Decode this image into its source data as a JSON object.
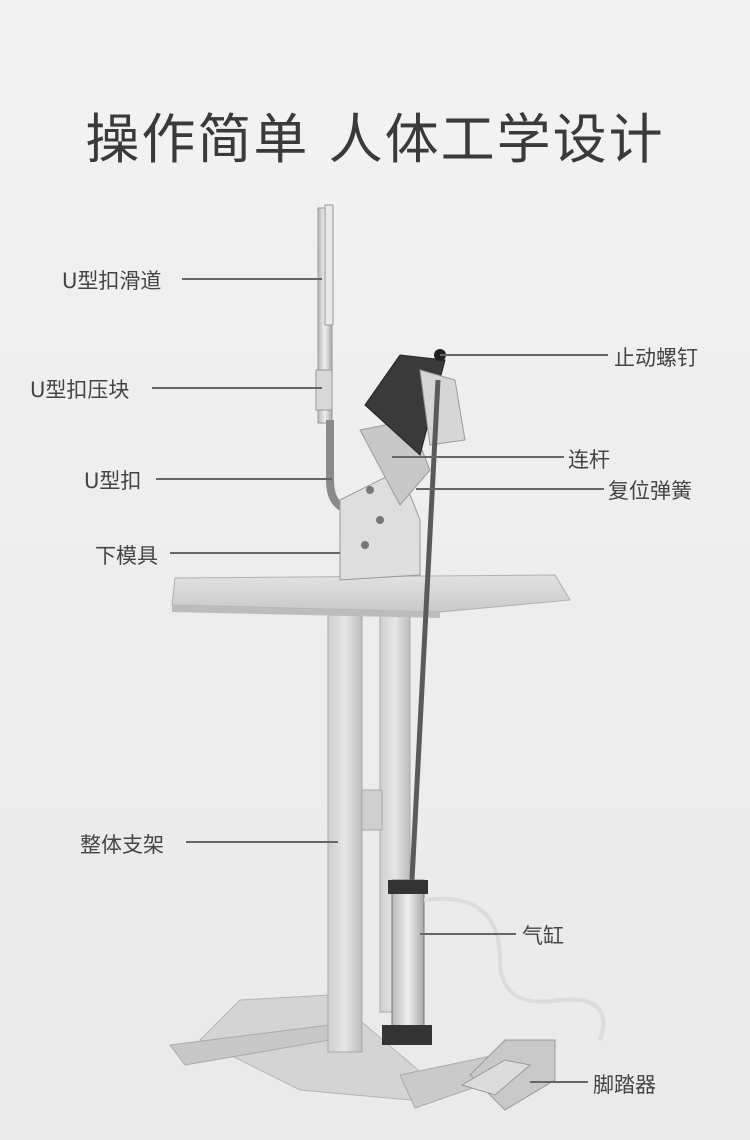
{
  "headline": "操作简单 人体工学设计",
  "labels": {
    "u_clip_slide": "U型扣滑道",
    "u_clip_press_block": "U型扣压块",
    "u_clip": "U型扣",
    "lower_die": "下模具",
    "stop_screw": "止动螺钉",
    "connecting_rod": "连杆",
    "return_spring": "复位弹簧",
    "frame": "整体支架",
    "air_cylinder": "气缸",
    "foot_pedal": "脚踏器"
  }
}
